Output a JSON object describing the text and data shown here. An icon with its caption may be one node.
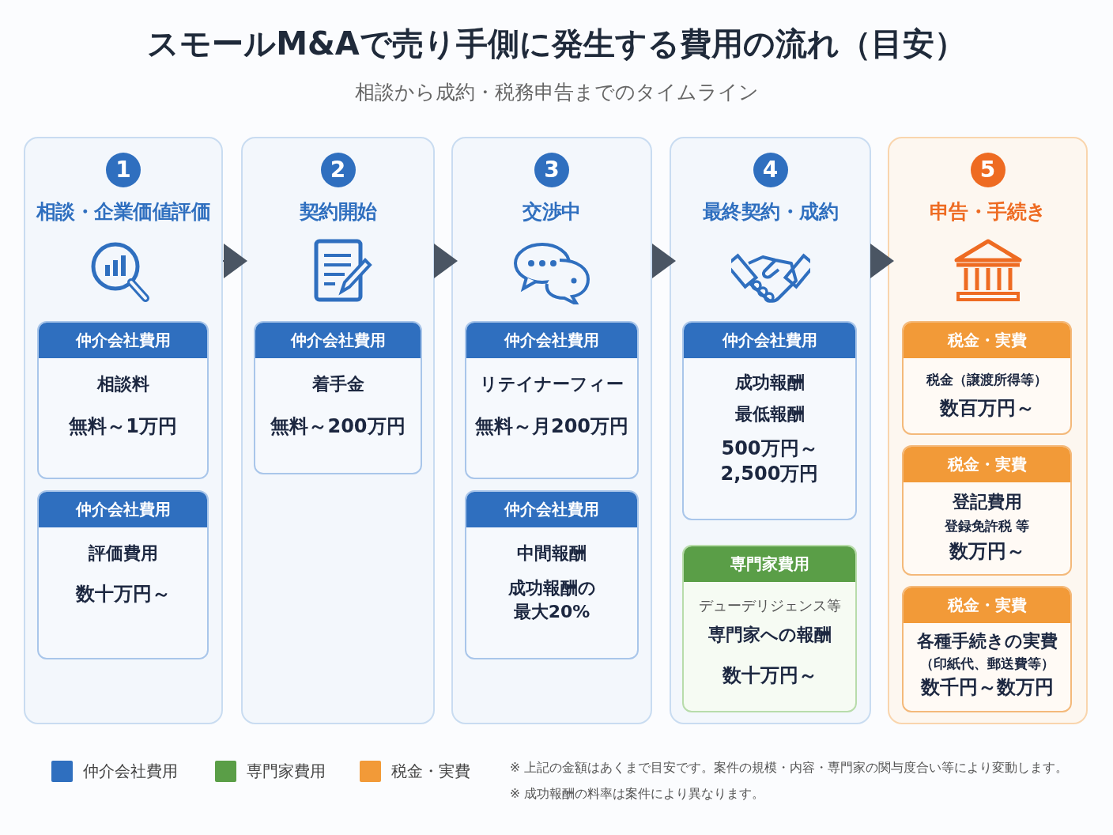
{
  "diagram": {
    "title": "スモールM&Aで売り手側に発生する費用の流れ（目安）",
    "nodes": [
      {
        "text": [
          "1",
          "相談・企業価値評価"
        ]
      },
      {
        "text": [
          "仲介会社費用",
          "相談料",
          "無料～1万円"
        ],
        "in": 0
      },
      {
        "text": [
          "仲介会社費用",
          "評価費用",
          "数十万円～"
        ],
        "in": 0
      },
      {
        "text": [
          "2",
          "契約開始"
        ]
      },
      {
        "text": [
          "仲介会社費用",
          "着手金",
          "無料～200万円"
        ],
        "in": 3
      },
      {
        "text": [
          "3",
          "交渉中"
        ]
      },
      {
        "text": [
          "仲介会社費用",
          "リテイナーフィー",
          "無料～月200万円"
        ],
        "in": 5
      },
      {
        "text": [
          "仲介会社費用",
          "中間報酬",
          "成功報酬の最大20%"
        ],
        "in": 5
      },
      {
        "text": [
          "4",
          "最終契約・成約"
        ]
      },
      {
        "text": [
          "仲介会社費用",
          "成功報酬",
          "最低報酬",
          "500万円～2,500万円"
        ],
        "in": 8
      },
      {
        "text": [
          "専門家費用",
          "デューデリジェンス等",
          "専門家への報酬",
          "数十万円～"
        ],
        "in": 8
      },
      {
        "text": [
          "5",
          "申告・手続き"
        ]
      },
      {
        "text": [
          "税金・実費",
          "税金（譲渡所得等）",
          "数百万円～"
        ],
        "in": 11
      },
      {
        "text": [
          "税金・実費",
          "登記費用",
          "登録免許税 等",
          "数万円～"
        ],
        "in": 11
      },
      {
        "text": [
          "税金・実費",
          "各種手続きの実費",
          "（印紙代、郵送費等）",
          "数千円～数万円"
        ],
        "in": 11
      }
    ],
    "edges": [
      {
        "from": 0,
        "to": 3,
        "arrow": "to"
      },
      {
        "from": 3,
        "to": 5,
        "arrow": "to"
      },
      {
        "from": 5,
        "to": 8,
        "arrow": "to"
      },
      {
        "from": 8,
        "to": 11,
        "arrow": "to"
      }
    ],
    "labels": [
      "相談から成約・税務申告までのタイムライン",
      "※ 上記の金額はあくまで目安です。案件の規模・内容・専門家の関与度合い等により変動します。",
      "※ 成功報酬の料率は案件により異なります。"
    ],
    "legend": [
      {
        "text": "仲介会社費用",
        "color": "#2f6fbf"
      },
      {
        "text": "専門家費用",
        "color": "#5a9e47"
      },
      {
        "text": "税金・実費",
        "color": "#f29a38"
      }
    ]
  }
}
